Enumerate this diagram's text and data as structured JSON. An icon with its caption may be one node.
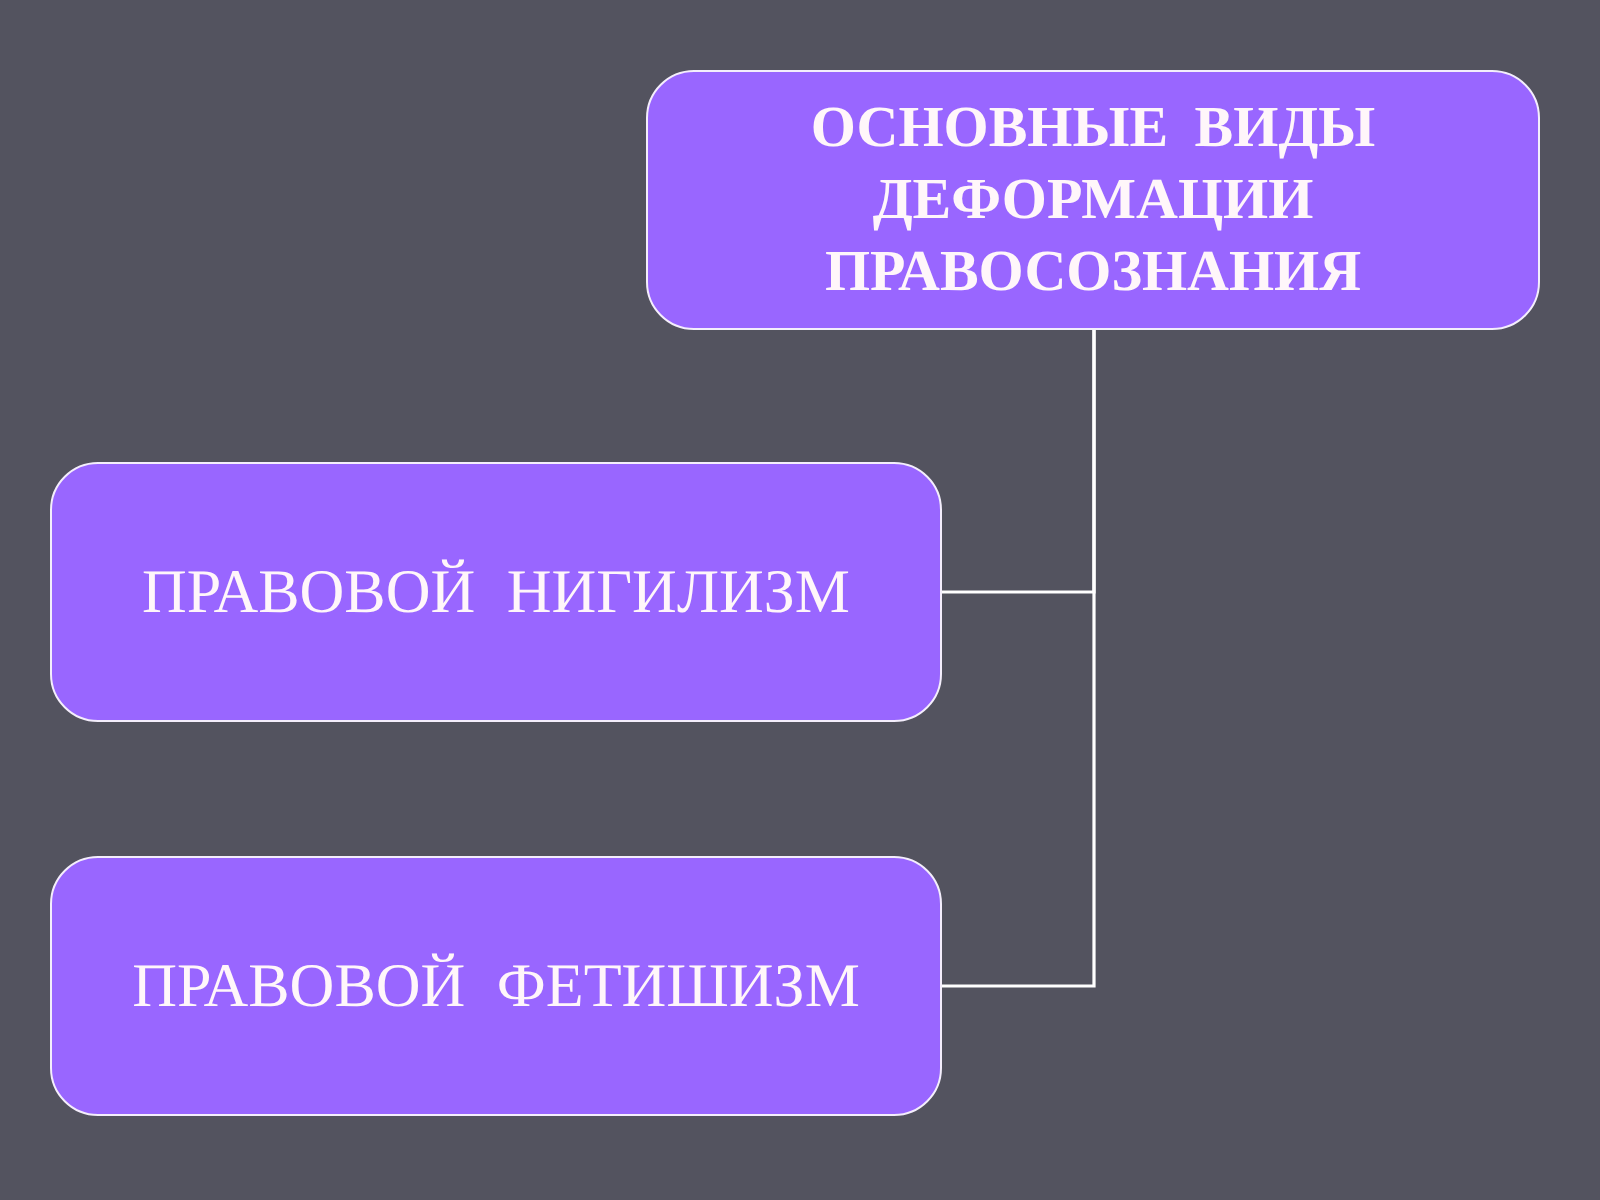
{
  "diagram": {
    "nodes": [
      {
        "text": [
          "ОСНОВНЫЕ ВИДЫ ДЕФОРМАЦИИ ПРАВОСОЗНАНИЯ"
        ]
      },
      {
        "text": [
          "ПРАВОВОЙ НИГИЛИЗМ"
        ]
      },
      {
        "text": [
          "ПРАВОВОЙ ФЕТИШИЗМ"
        ]
      }
    ],
    "edges": [
      {
        "from": 0,
        "to": 1,
        "arrow": "none"
      },
      {
        "from": 0,
        "to": 2,
        "arrow": "none"
      }
    ]
  }
}
